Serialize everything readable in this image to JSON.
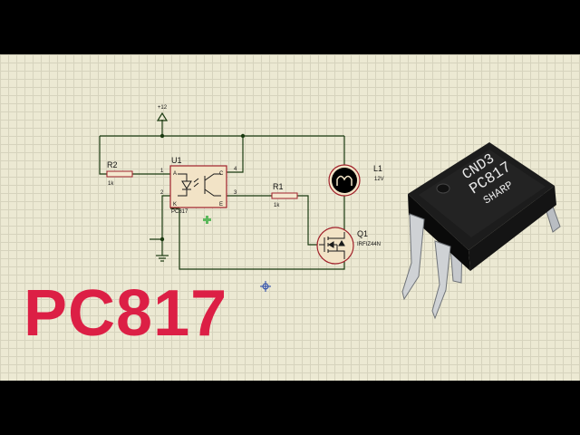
{
  "title": "PC817",
  "supply": {
    "label": "+12"
  },
  "u1": {
    "ref": "U1",
    "part": "PC817",
    "pin1": "1",
    "pin2": "2",
    "pin3": "3",
    "pin4": "4",
    "pa": "A",
    "pk": "K",
    "pc": "C",
    "pe": "E"
  },
  "r1": {
    "ref": "R1",
    "value": "1k"
  },
  "r2": {
    "ref": "R2",
    "value": "1k"
  },
  "l1": {
    "ref": "L1",
    "value": "12V"
  },
  "q1": {
    "ref": "Q1",
    "part": "IRFIZ44N"
  },
  "chip": {
    "line1": "CND3",
    "line2": "PC817",
    "line3": "SHARP"
  },
  "colors": {
    "title": "#dc1f45",
    "wire": "#1a3a10",
    "component": "#a0212b",
    "grid_bg": "#ece9d3"
  }
}
